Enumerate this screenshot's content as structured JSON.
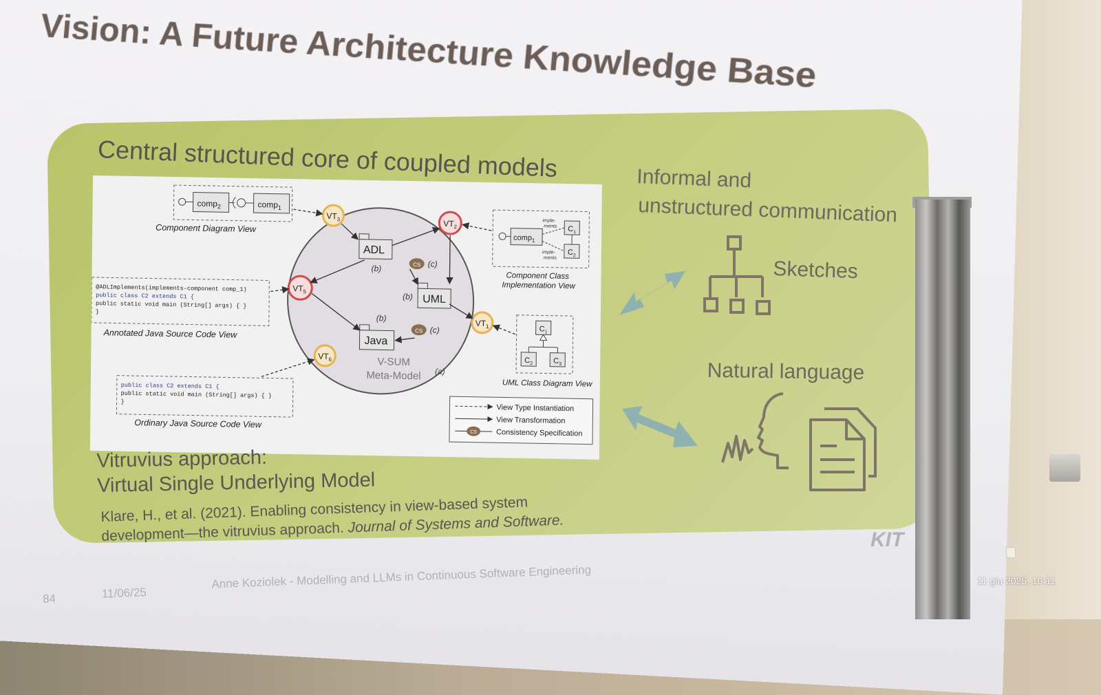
{
  "slide": {
    "title": "Vision: A Future Architecture Knowledge Base",
    "box_heading": "Central structured core of coupled models",
    "right_heading_line1": "Informal and",
    "right_heading_line2": "unstructured communication",
    "sketches_label": "Sketches",
    "natural_language_label": "Natural language",
    "vitruvius_line1": "Vitruvius approach:",
    "vitruvius_line2": "Virtual Single Underlying Model",
    "citation_line1": "Klare, H., et al. (2021). Enabling consistency in view-based system",
    "citation_line2_plain": "development—the vitruvius approach. ",
    "citation_line2_journal": "Journal of Systems and Software.",
    "footer_page": "84",
    "footer_date": "11/06/25",
    "footer_author": "Anne Koziolek - Modelling and LLMs in Continuous Software Engineering",
    "logo_text": "KIT"
  },
  "diagram": {
    "component_diagram_view": "Component Diagram View",
    "comp2": "comp",
    "comp2_sub": "2",
    "comp1": "comp",
    "comp1_sub": "1",
    "annotated_java_view": "Annotated Java Source Code View",
    "annotated_code_line1": "@ADLImplements(implements-component comp_1)",
    "annotated_code_line2": "public class C2 extends C1 {",
    "annotated_code_line3": "  public static void main (String[] args) { }",
    "annotated_code_line4": "}",
    "ordinary_java_view": "Ordinary Java Source Code View",
    "ordinary_code_line1": "public class C2 extends C1 {",
    "ordinary_code_line2": "  public static void main (String[] args) { }",
    "ordinary_code_line3": "}",
    "adl": "ADL",
    "uml": "UML",
    "java": "Java",
    "vsum_line1": "V-SUM",
    "vsum_line2": "Meta-Model",
    "label_a": "(a)",
    "label_b": "(b)",
    "label_c": "(c)",
    "cs": "CS",
    "vt1": "VT",
    "vt1_sub": "1",
    "vt2": "VT",
    "vt2_sub": "2",
    "vt3": "VT",
    "vt3_sub": "3",
    "vt5": "VT",
    "vt5_sub": "5",
    "vt6": "VT",
    "vt6_sub": "6",
    "component_class_view_line1": "Component Class",
    "component_class_view_line2": "Implementation View",
    "implements_label": "imple-",
    "implements_label2": "ments",
    "c1": "C",
    "c1_sub": "1",
    "c2": "C",
    "c2_sub": "2",
    "c3": "C",
    "c3_sub": "3",
    "uml_class_view": "UML Class Diagram View",
    "legend_instantiation": "View Type Instantiation",
    "legend_transformation": "View Transformation",
    "legend_consistency": "Consistency Specification"
  },
  "photo": {
    "timestamp": "11 giu 2025, 10:11"
  },
  "colors": {
    "green_box": "#c2cb78",
    "title_text": "#6b5d57",
    "vt_highlight": "#d24a4a",
    "vt_plain": "#e7b24f",
    "cs_badge": "#8a6e4f",
    "arrow_teal": "#8fb2b0",
    "icon_color": "#7f7668"
  }
}
